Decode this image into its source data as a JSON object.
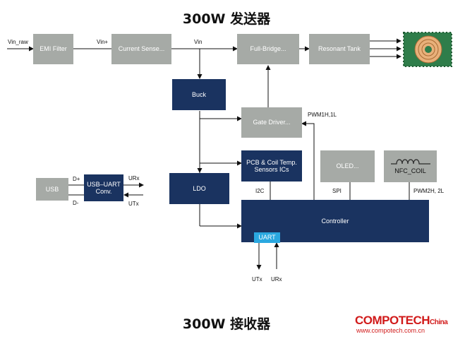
{
  "titles": {
    "top": "300W 发送器",
    "bottom": "300W 接收器"
  },
  "blocks": {
    "emi_filter": "EMI Filter",
    "current_sense": "Current Sense...",
    "full_bridge": "Full-Bridge...",
    "resonant_tank": "Resonant Tank",
    "buck": "Buck",
    "gate_driver": "Gate Driver...",
    "pcb_coil_temp": "PCB & Coil Temp. Sensors ICs",
    "oled": "OLED...",
    "nfc_coil": "NFC_COIL",
    "ldo": "LDO",
    "usb": "USB",
    "usb_uart": "USB–UART Conv.",
    "controller": "Controller",
    "uart": "UART"
  },
  "labels": {
    "vin_raw": "Vin_raw",
    "vin_plus": "Vin+",
    "vin": "Vin",
    "pwm1": "PWM1H,1L",
    "pwm2": "PWM2H, 2L",
    "i2c": "I2C",
    "spi": "SPI",
    "d_plus": "D+",
    "d_minus": "D-",
    "urx_top": "URx",
    "utx_top": "UTx",
    "utx_bottom": "UTx",
    "urx_bottom": "URx"
  },
  "logo": {
    "main": "COMPOTECH",
    "suffix": "China",
    "url": "www.compotech.com.cn"
  },
  "colors": {
    "gray_block": "#a6aaa6",
    "navy_block": "#1a3360",
    "uart_block": "#2aa8e0",
    "logo": "#d11a1a"
  },
  "icons": {
    "coil_image": "wireless-charging-coil-icon",
    "inductor": "inductor-coil-icon"
  }
}
